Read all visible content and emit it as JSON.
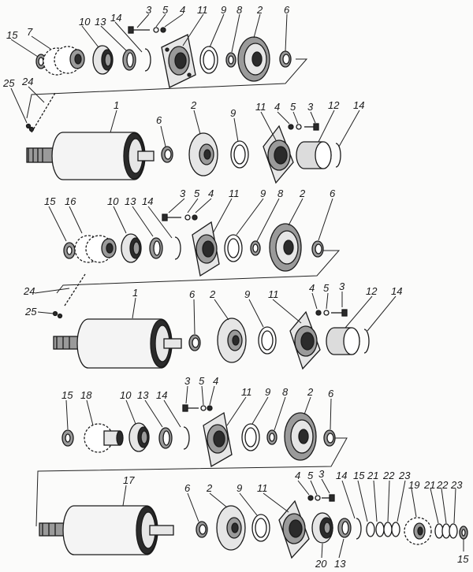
{
  "labels": {
    "s1": {
      "a": "15",
      "b": "7",
      "c": "10",
      "d": "13",
      "e": "14",
      "f": "3",
      "g": "5",
      "h": "4",
      "i": "11",
      "j": "9",
      "k": "8",
      "l": "2",
      "m": "6"
    },
    "s2": {
      "a": "25",
      "b": "24",
      "c": "1",
      "d": "6",
      "e": "2",
      "f": "9",
      "g": "11",
      "h": "4",
      "i": "5",
      "j": "3",
      "k": "12",
      "l": "14"
    },
    "s3": {
      "a": "15",
      "b": "16",
      "c": "10",
      "d": "13",
      "e": "14",
      "f": "3",
      "g": "5",
      "h": "4",
      "i": "11",
      "j": "9",
      "k": "8",
      "l": "2",
      "m": "6"
    },
    "s4": {
      "a": "24",
      "b": "25",
      "c": "1",
      "d": "6",
      "e": "2",
      "f": "9",
      "g": "11",
      "h": "4",
      "i": "5",
      "j": "3",
      "k": "12",
      "l": "14"
    },
    "s5": {
      "a": "15",
      "b": "18",
      "c": "10",
      "d": "13",
      "e": "14",
      "f": "3",
      "g": "5",
      "h": "4",
      "i": "11",
      "j": "9",
      "k": "8",
      "l": "2",
      "m": "6"
    },
    "s6": {
      "a": "17",
      "b": "6",
      "c": "2",
      "d": "9",
      "e": "11",
      "f": "4",
      "g": "5",
      "h": "3",
      "i": "14",
      "j": "15",
      "k": "21",
      "l": "22",
      "m": "23",
      "n": "19",
      "o": "21",
      "p": "22",
      "q": "23",
      "r": "15",
      "s": "20",
      "t": "13"
    }
  }
}
